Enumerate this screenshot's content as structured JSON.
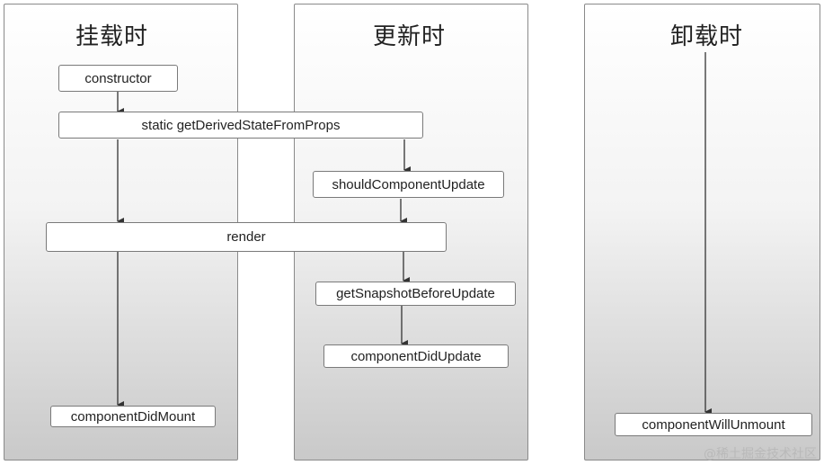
{
  "lanes": {
    "mount": {
      "title": "挂载时"
    },
    "update": {
      "title": "更新时"
    },
    "unmount": {
      "title": "卸载时"
    }
  },
  "nodes": {
    "constructor": "constructor",
    "get_derived_state_from_props": "static getDerivedStateFromProps",
    "should_component_update": "shouldComponentUpdate",
    "render": "render",
    "get_snapshot_before_update": "getSnapshotBeforeUpdate",
    "component_did_update": "componentDidUpdate",
    "component_did_mount": "componentDidMount",
    "component_will_unmount": "componentWillUnmount"
  },
  "watermark": "@稀土掘金技术社区",
  "colors": {
    "arrow": "#333333",
    "node_border": "#7a7a7a",
    "lane_border": "#8a8a8a"
  }
}
